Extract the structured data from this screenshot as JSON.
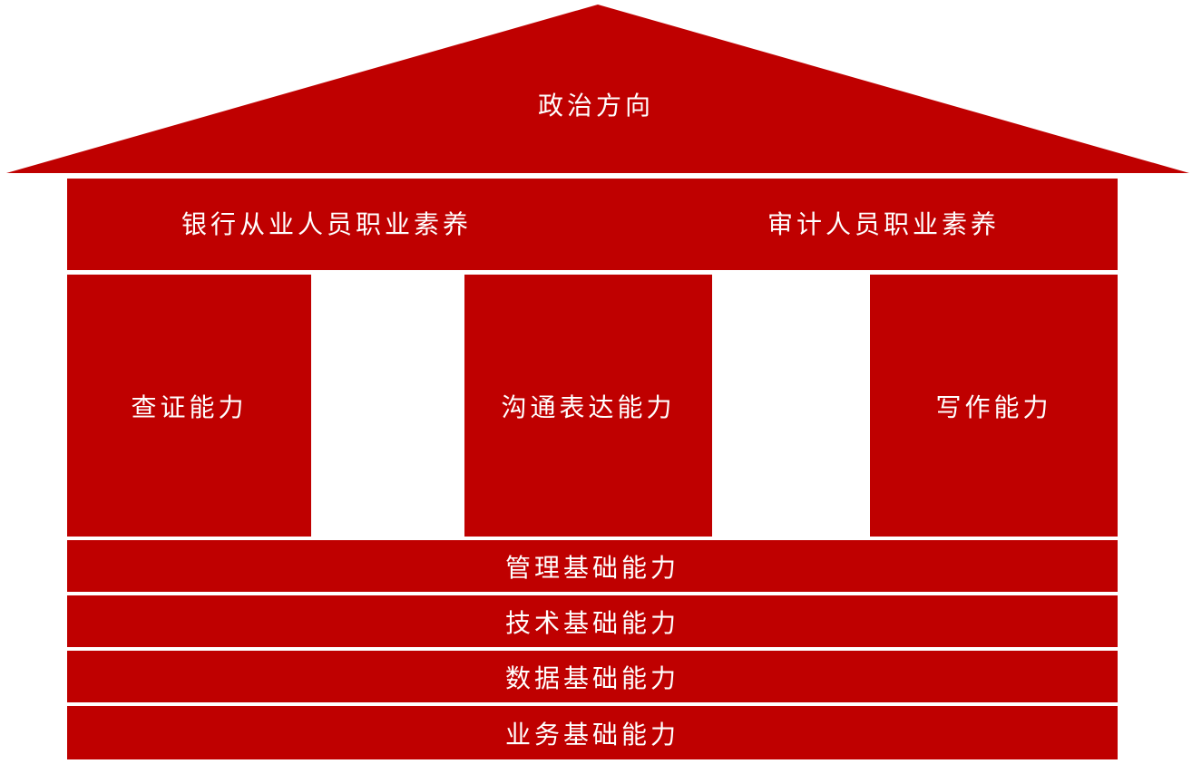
{
  "roof": {
    "label": "政治方向",
    "color": "#bf0000"
  },
  "beam": {
    "left_label": "银行从业人员职业素养",
    "right_label": "审计人员职业素养"
  },
  "pillars": [
    {
      "label": "查证能力"
    },
    {
      "label": "沟通表达能力"
    },
    {
      "label": "写作能力"
    }
  ],
  "foundations": [
    {
      "label": "管理基础能力"
    },
    {
      "label": "技术基础能力"
    },
    {
      "label": "数据基础能力"
    },
    {
      "label": "业务基础能力"
    }
  ]
}
